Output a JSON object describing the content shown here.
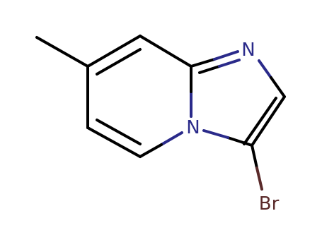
{
  "molecule": {
    "atoms": [
      {
        "id": "n1",
        "symbol": "N",
        "color": "#2a2a8a"
      },
      {
        "id": "n4",
        "symbol": "N",
        "color": "#2a2a8a"
      },
      {
        "id": "br",
        "symbol": "Br",
        "color": "#5a2a2a"
      }
    ],
    "colors": {
      "carbon_bond": "#000000",
      "nitrogen": "#2a2a8a",
      "bromine": "#5a2a2a",
      "background": "#ffffff"
    }
  }
}
